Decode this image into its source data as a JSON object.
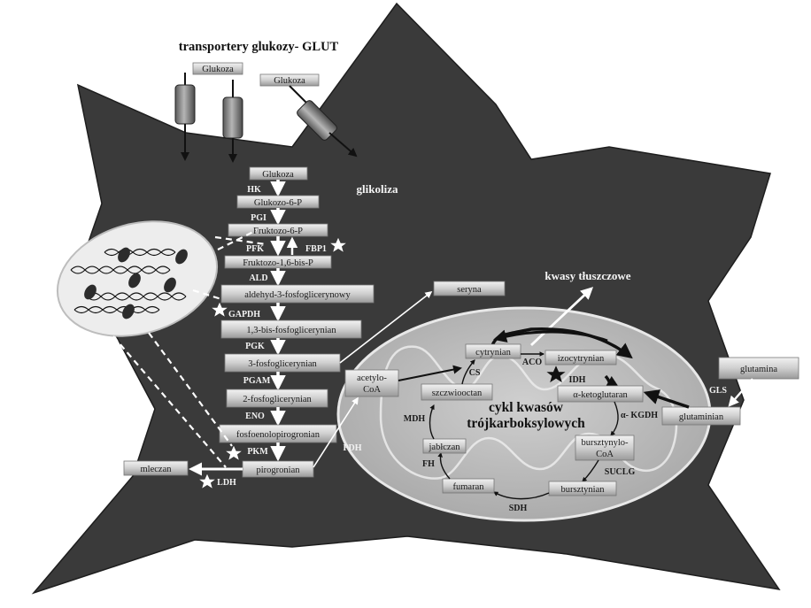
{
  "titles": {
    "glut": "transportery glukozy- GLUT",
    "glycolysis": "glikoliza",
    "fatty_acids": "kwasy tłuszczowe",
    "tca_line1": "cykl kwasów",
    "tca_line2": "trójkarboksylowych"
  },
  "metabolites": {
    "glukoza_out_1": "Glukoza",
    "glukoza_out_2": "Glukoza",
    "glukoza": "Glukoza",
    "g6p": "Glukozo-6-P",
    "f6p": "Fruktozo-6-P",
    "f16bp": "Fruktozo-1,6-bis-P",
    "g3p": "aldehyd-3-fosfoglicerynowy",
    "bpg13": "1,3-bis-fosfoglicerynian",
    "pg3": "3-fosfoglicerynian",
    "pg2": "2-fosfoglicerynian",
    "pep": "fosfoenolopirogronian",
    "pyruvate": "pirogronian",
    "lactate": "mleczan",
    "serine": "seryna",
    "acetyl_coa": "acetylo-\nCoA",
    "citrate": "cytrynian",
    "isocitrate": "izocytrynian",
    "akg": "α-ketoglutaran",
    "succinyl_coa": "bursztynylo-\nCoA",
    "succinate": "bursztynian",
    "fumarate": "fumaran",
    "malate": "jabłczan",
    "oxaloacetate": "szczwiooctan",
    "glutamine": "glutamina",
    "glutamate": "glutaminian"
  },
  "enzymes": {
    "hk": "HK",
    "pgi": "PGI",
    "pfk": "PFK",
    "fbp1": "FBP1",
    "ald": "ALD",
    "gapdh": "GAPDH",
    "pgk": "PGK",
    "pgam": "PGAM",
    "eno": "ENO",
    "pkm": "PKM",
    "ldh": "LDH",
    "pdh": "PDH",
    "cs": "CS",
    "aco": "ACO",
    "idh": "IDH",
    "akgdh": "α- KGDH",
    "suclg": "SUCLG",
    "sdh": "SDH",
    "fh": "FH",
    "mdh": "MDH",
    "gls": "GLS"
  },
  "colors": {
    "background": "#ffffff",
    "cell": "#3a3a3a",
    "box_fill": "#c9c9c9",
    "mitochondrion": "#b9b9b9",
    "nucleus": "#ededed"
  }
}
